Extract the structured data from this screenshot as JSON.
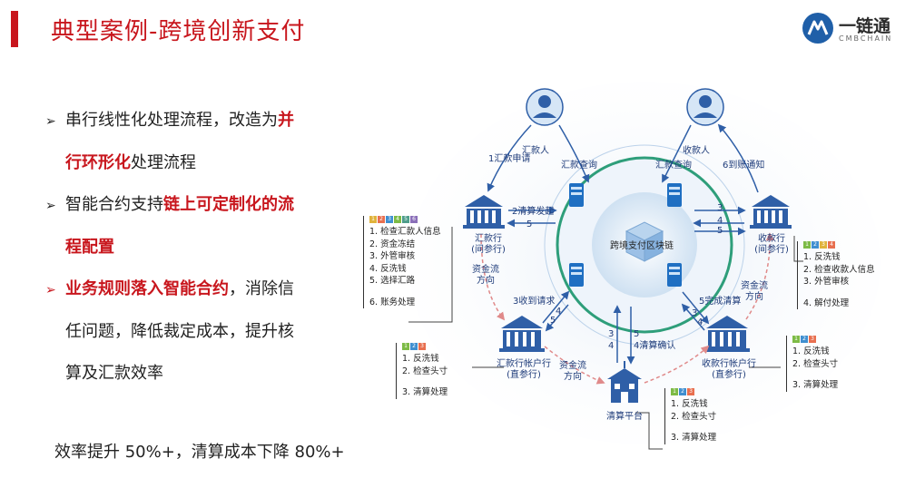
{
  "header": {
    "title": "典型案例-跨境创新支付",
    "logo_name": "一链通",
    "logo_sub": "CMBCHAIN"
  },
  "bullets": [
    {
      "parts": [
        "串行线性化处理流程，改造为",
        "并"
      ]
    },
    {
      "parts": [
        "行环形化",
        "处理流程"
      ]
    },
    {
      "parts": [
        "智能合约支持",
        "链上可定制化的流"
      ]
    },
    {
      "parts": [
        "程配置"
      ]
    },
    {
      "parts": [
        "业务规则落入智能合约",
        "，消除信"
      ]
    },
    {
      "parts": [
        "任问题，降低裁定成本，提升核"
      ]
    },
    {
      "parts": [
        "算及汇款效率"
      ]
    }
  ],
  "efficiency": "效率提升 50%+，清算成本下降 80%+",
  "diagram": {
    "center_label": "跨境支付区块链",
    "actors": {
      "remitter": "汇款人",
      "payee": "收款人",
      "remit_bank": "汇款行\n(间参行)",
      "payee_bank": "收款行\n(间参行)",
      "remit_account_bank": "汇款行帐户行\n(直参行)",
      "payee_account_bank": "收款行帐户行\n(直参行)",
      "clearing": "清算平台"
    },
    "edge_labels": {
      "remit_apply": "1汇款申请",
      "remit_query_l": "汇款查询",
      "remit_query_r": "汇款查询",
      "arrival_notice": "6到账通知",
      "clearing_start": "2清算发起",
      "five_a": "5",
      "three_r": "3",
      "four_r": "4",
      "five_r": "5",
      "fund_flow_l": "资金流\n方向",
      "fund_flow_r": "资金流\n方向",
      "fund_flow_b": "资金流\n方向",
      "recv_req": "3收到请求",
      "four_l": "4",
      "five_l": "5",
      "finish_clear": "5完成清算",
      "three_rb": "3",
      "four_rb": "4",
      "three_c": "3",
      "four_c": "4",
      "five_c": "5",
      "clear_confirm": "4清算确认"
    },
    "notes": {
      "remit_bank": {
        "chips": [
          "1",
          "2",
          "3",
          "4",
          "5",
          "6"
        ],
        "lines": [
          "1. 检查汇款人信息",
          "2. 资金冻结",
          "3. 外管审核",
          "4. 反洗钱",
          "5. 选择汇路",
          "",
          "6. 账务处理"
        ]
      },
      "payee_bank": {
        "chips": [
          "1",
          "2",
          "3",
          "4"
        ],
        "lines": [
          "1. 反洗钱",
          "2. 检查收款人信息",
          "3. 外管审核",
          "",
          "4. 解付处理"
        ]
      },
      "remit_account_bank": {
        "chips": [
          "1",
          "2",
          "3"
        ],
        "lines": [
          "1. 反洗钱",
          "2. 检查头寸",
          "",
          "3. 清算处理"
        ]
      },
      "payee_account_bank": {
        "chips": [
          "1",
          "2",
          "3"
        ],
        "lines": [
          "1. 反洗钱",
          "2. 检查头寸",
          "",
          "3. 清算处理"
        ]
      },
      "clearing": {
        "chips": [
          "1",
          "2",
          "3"
        ],
        "lines": [
          "1. 反洗钱",
          "2. 检查头寸",
          "",
          "3. 清算处理"
        ]
      }
    }
  }
}
